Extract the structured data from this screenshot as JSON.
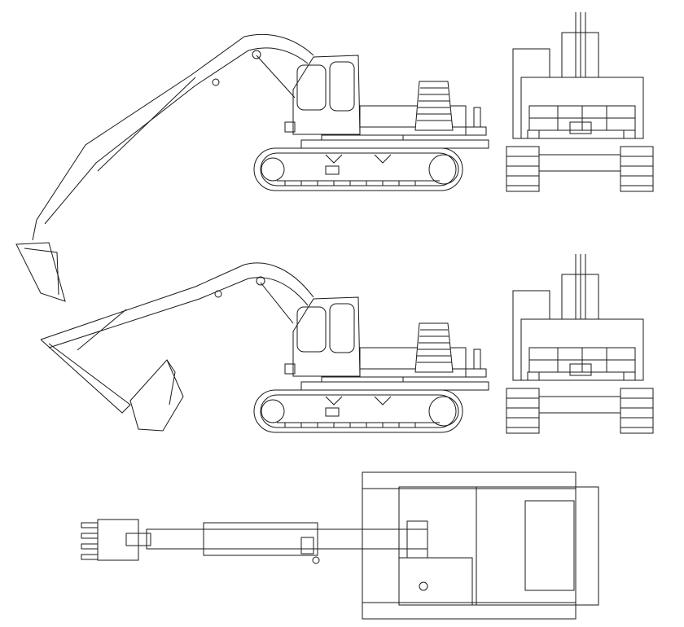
{
  "drawing": {
    "views": [
      "side-view-raised",
      "front-view-upper",
      "side-view-digging",
      "front-view-lower",
      "top-view"
    ],
    "line_color": "#1a1a1a",
    "background": "#ffffff"
  }
}
